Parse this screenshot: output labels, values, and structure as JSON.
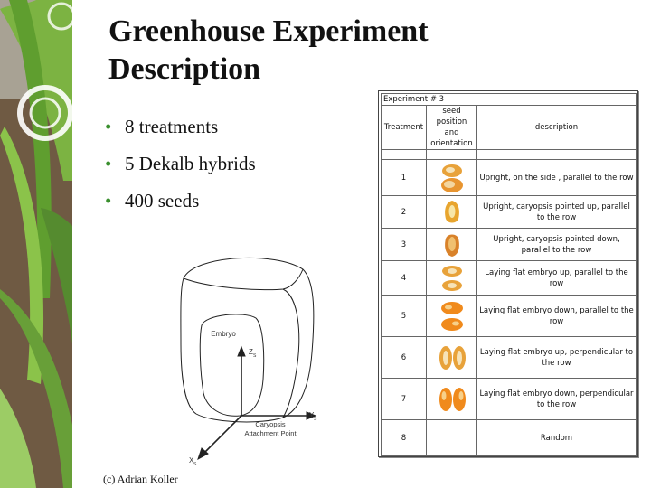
{
  "slide": {
    "title_line1": "Greenhouse Experiment",
    "title_line2": "Description",
    "bullets": [
      "8 treatments",
      "5 Dekalb hybrids",
      "400 seeds"
    ],
    "bullet_color": "#3a8f2e",
    "credit": "(c) Adrian Koller"
  },
  "diagram": {
    "embryo_label": "Embryo",
    "z_label": "Z",
    "z_sub": "S",
    "y_label": "Y",
    "y_sub": "S",
    "x_label": "X",
    "x_sub": "S",
    "attachment_line1": "Caryopsis",
    "attachment_line2": "Attachment Point"
  },
  "table": {
    "title": "Experiment # 3",
    "col_treatment": "Treatment",
    "col_seed_line1": "seed",
    "col_seed_line2": "position and",
    "col_seed_line3": "orientation",
    "col_description": "description",
    "rows": [
      {
        "treatment": "1",
        "description": "Upright, on the side , parallel to the row",
        "seed_icon": "corn-kernel-side-icon"
      },
      {
        "treatment": "2",
        "description": "Upright, caryopsis pointed up, parallel to the row",
        "seed_icon": "corn-kernel-up-icon"
      },
      {
        "treatment": "3",
        "description": "Upright, caryopsis pointed down, parallel to the row",
        "seed_icon": "corn-kernel-down-icon"
      },
      {
        "treatment": "4",
        "description": "Laying flat embryo up, parallel to the row",
        "seed_icon": "corn-kernel-flat-up-icon"
      },
      {
        "treatment": "5",
        "description": "Laying flat embryo down, parallel to the row",
        "seed_icon": "corn-kernel-flat-down-icon"
      },
      {
        "treatment": "6",
        "description": "Laying flat embryo up, perpendicular  to the row",
        "seed_icon": "corn-kernel-perp-up-icon"
      },
      {
        "treatment": "7",
        "description": "Laying flat embryo down, perpendicular to the row",
        "seed_icon": "corn-kernel-perp-down-icon"
      },
      {
        "treatment": "8",
        "description": "Random",
        "seed_icon": ""
      }
    ]
  }
}
